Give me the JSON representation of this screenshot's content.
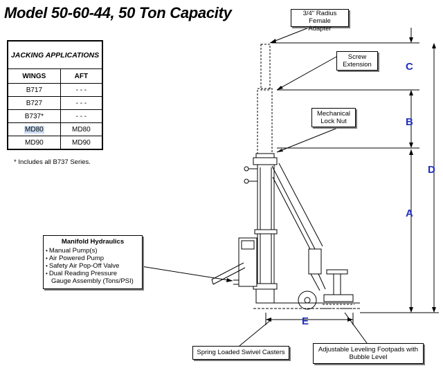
{
  "title": "Model 50-60-44, 50 Ton Capacity",
  "table": {
    "heading": "JACKING APPLICATIONS",
    "columns": [
      "WINGS",
      "AFT"
    ],
    "rows": [
      [
        "B717",
        "- - -"
      ],
      [
        "B727",
        "- - -"
      ],
      [
        "B737*",
        "- - -"
      ],
      [
        "MD80",
        "MD80"
      ],
      [
        "MD90",
        "MD90"
      ]
    ]
  },
  "footnote": "* Includes all B737 Series.",
  "callouts": {
    "adapter_line1": "3/4\" Radius Female",
    "adapter_line2": "Adapter",
    "screw_line1": "Screw",
    "screw_line2": "Extension",
    "locknut_line1": "Mechanical",
    "locknut_line2": "Lock Nut",
    "casters": "Spring Loaded Swivel Casters",
    "footpads_line1": "Adjustable Leveling Footpads with",
    "footpads_line2": "Bubble Level"
  },
  "manifold": {
    "title": "Manifold Hydraulics",
    "items": [
      "Manual Pump(s)",
      "Air Powered Pump",
      "Safety Air Pop-Off Valve",
      "Dual Reading Pressure"
    ],
    "item_continuation": "Gauge Assembly (Tons/PSI)"
  },
  "dimensions": {
    "a": "A",
    "b": "B",
    "c": "C",
    "d": "D",
    "e": "E"
  },
  "colors": {
    "dimension_label": "#1f2fc0",
    "highlight": "#c9dcf2"
  }
}
